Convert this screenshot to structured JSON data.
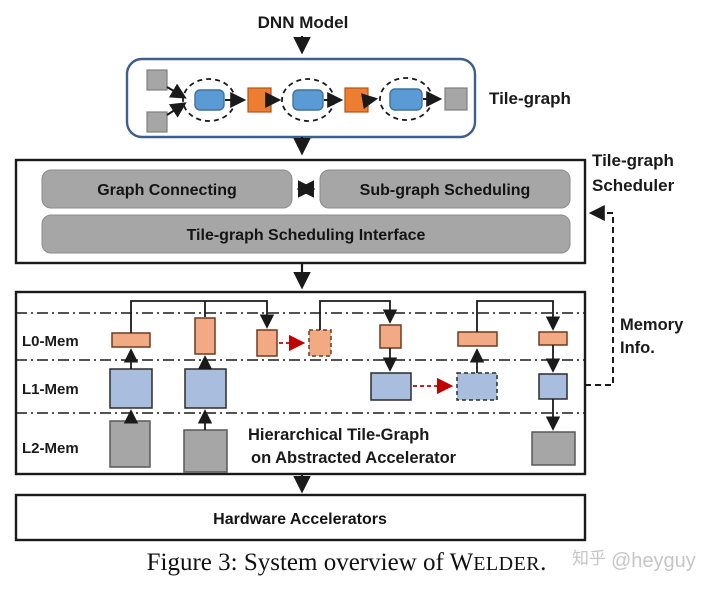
{
  "figure": {
    "dnn_model_label": "DNN Model",
    "tile_graph_label": "Tile-graph",
    "scheduler": {
      "side_label_line1": "Tile-graph",
      "side_label_line2": "Scheduler",
      "graph_connecting": "Graph Connecting",
      "sub_graph_scheduling": "Sub-graph Scheduling",
      "interface": "Tile-graph Scheduling Interface"
    },
    "memory": {
      "levels": [
        "L0-Mem",
        "L1-Mem",
        "L2-Mem"
      ],
      "inner_caption_line1": "Hierarchical Tile-Graph",
      "inner_caption_line2": "on Abstracted Accelerator",
      "info_label_line1": "Memory",
      "info_label_line2": "Info."
    },
    "hardware_label": "Hardware Accelerators"
  },
  "caption": {
    "prefix": "Figure 3: System overview of W",
    "small_caps": "ELDER",
    "suffix": "."
  },
  "watermark": {
    "logo_text": "知乎",
    "handle": "@heyguy"
  },
  "colors": {
    "tile_node_blue": "#5b9bd5",
    "op_node_orange": "#ed7d31",
    "buffer_gray": "#a6a6a6",
    "l0_salmon": "#f2aa84",
    "l1_blue": "#a9bede",
    "container_border_blue": "#3f5e8c",
    "feedback_red": "#c00000",
    "scheduler_box_gray": "#a6a6a6"
  }
}
